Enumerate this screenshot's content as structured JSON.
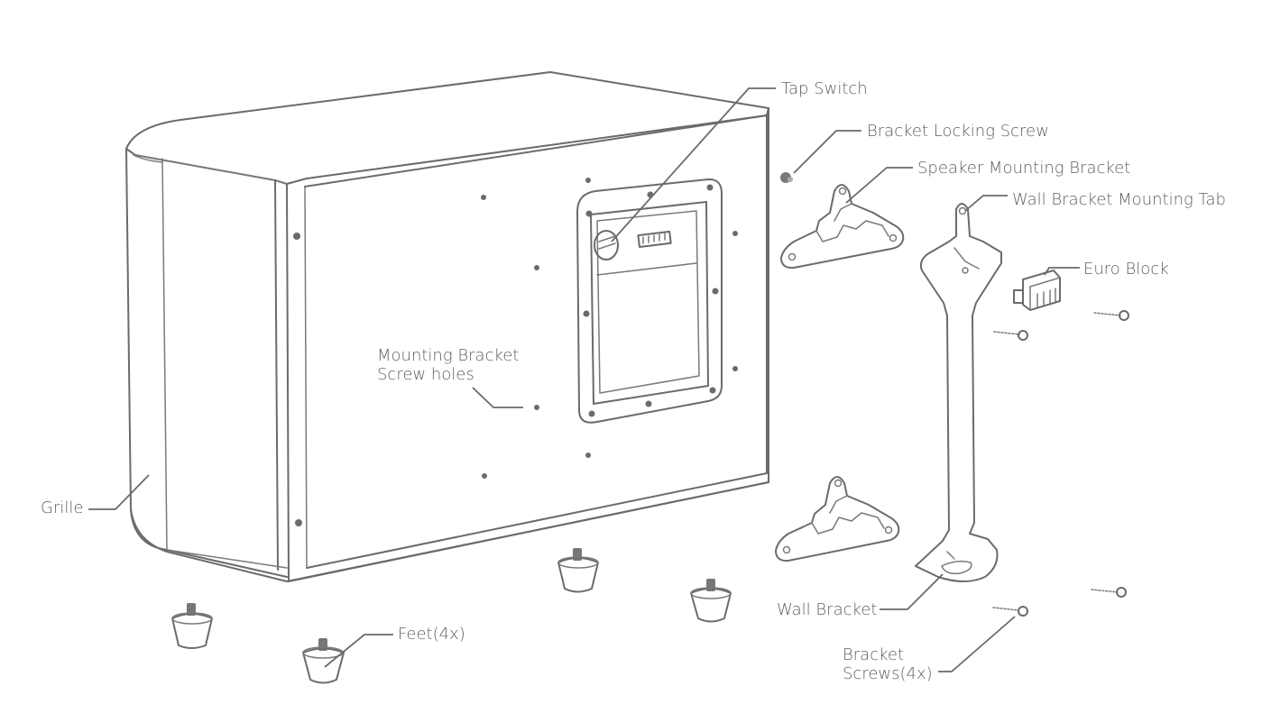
{
  "diagram": {
    "labels": {
      "tap_switch": "Tap Switch",
      "bracket_locking_screw": "Bracket Locking Screw",
      "speaker_mounting_bracket": "Speaker Mounting Bracket",
      "wall_bracket_mounting_tab": "Wall Bracket Mounting Tab",
      "euro_block": "Euro Block",
      "mounting_bracket_screw_holes_line1": "Mounting Bracket",
      "mounting_bracket_screw_holes_line2": "Screw holes",
      "grille": "Grille",
      "feet": "Feet(4x)",
      "wall_bracket": "Wall Bracket",
      "bracket_screws_line1": "Bracket",
      "bracket_screws_line2": "Screws(4x)"
    },
    "colors": {
      "line": "#6b6b6b",
      "text": "#5f5f5f",
      "background": "#ffffff"
    }
  }
}
